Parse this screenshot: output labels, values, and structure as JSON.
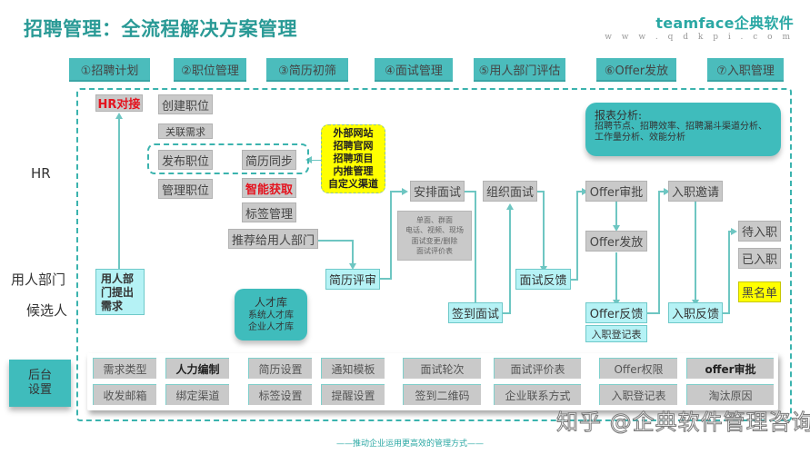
{
  "header": {
    "title": "招聘管理：全流程解决方案管理",
    "brand_name": "teamface企典软件",
    "brand_url": "w w w . q d k p i . c o m"
  },
  "stages": [
    {
      "label": "①招聘计划"
    },
    {
      "label": "②职位管理"
    },
    {
      "label": "③简历初筛"
    },
    {
      "label": "④面试管理"
    },
    {
      "label": "⑤用人部门评估"
    },
    {
      "label": "⑥Offer发放"
    },
    {
      "label": "⑦入职管理"
    }
  ],
  "lanes": {
    "hr": "HR",
    "dept": "用人部门",
    "candidate": "候选人"
  },
  "plan": {
    "hr_connect": "HR对接",
    "dept_request": "用人部门提出需求"
  },
  "position": {
    "create": "创建职位",
    "link_need": "关联需求",
    "publish": "发布职位",
    "manage": "管理职位"
  },
  "screening": {
    "resume_sync": "简历同步",
    "smart_fetch": "智能获取",
    "tag_manage": "标签管理",
    "recommend": "推荐给用人部门",
    "resume_review": "简历评审"
  },
  "channels": {
    "lines": [
      "外部网站",
      "招聘官网",
      "招聘项目",
      "内推管理",
      "自定义渠道"
    ]
  },
  "talent_pool": {
    "title": "人才库",
    "items": [
      "系统人才库",
      "企业人才库"
    ]
  },
  "interview": {
    "arrange": "安排面试",
    "note_lines": [
      "单面、群面",
      "电话、视频、现场",
      "面试变更/删除",
      "面试评价表"
    ],
    "organize": "组织面试",
    "sign_in": "签到面试",
    "feedback": "面试反馈"
  },
  "offer": {
    "approve": "Offer审批",
    "issue": "Offer发放",
    "feedback": "Offer反馈",
    "reg_form": "入职登记表"
  },
  "onboard": {
    "invite": "入职邀请",
    "feedback": "入职反馈",
    "pending": "待入职",
    "joined": "已入职",
    "blacklist": "黑名单"
  },
  "report": {
    "title": "报表分析:",
    "body": "招聘节点、招聘效率、招聘漏斗渠道分析、工作量分析、效能分析"
  },
  "backend": {
    "label_line1": "后台",
    "label_line2": "设置",
    "row1": [
      "需求类型",
      "人力编制",
      "简历设置",
      "通知模板",
      "面试轮次",
      "面试评价表",
      "Offer权限",
      "offer审批"
    ],
    "row2": [
      "收发邮箱",
      "绑定渠道",
      "标签设置",
      "提醒设置",
      "签到二维码",
      "企业联系方式",
      "入职登记表",
      "淘汰原因"
    ]
  },
  "footer": {
    "watermark": "知乎 @企典软件管理咨询",
    "slogan": "——推动企业运用更高效的管理方式——"
  },
  "colors": {
    "accent": "#3fbcbc",
    "title": "#2a9a96",
    "gray_box": "#c9c9c9",
    "cyan_box": "#b5f2f5",
    "yellow": "#ffff00",
    "red_text": "#e4131e",
    "connector": "#6ec6c2"
  }
}
